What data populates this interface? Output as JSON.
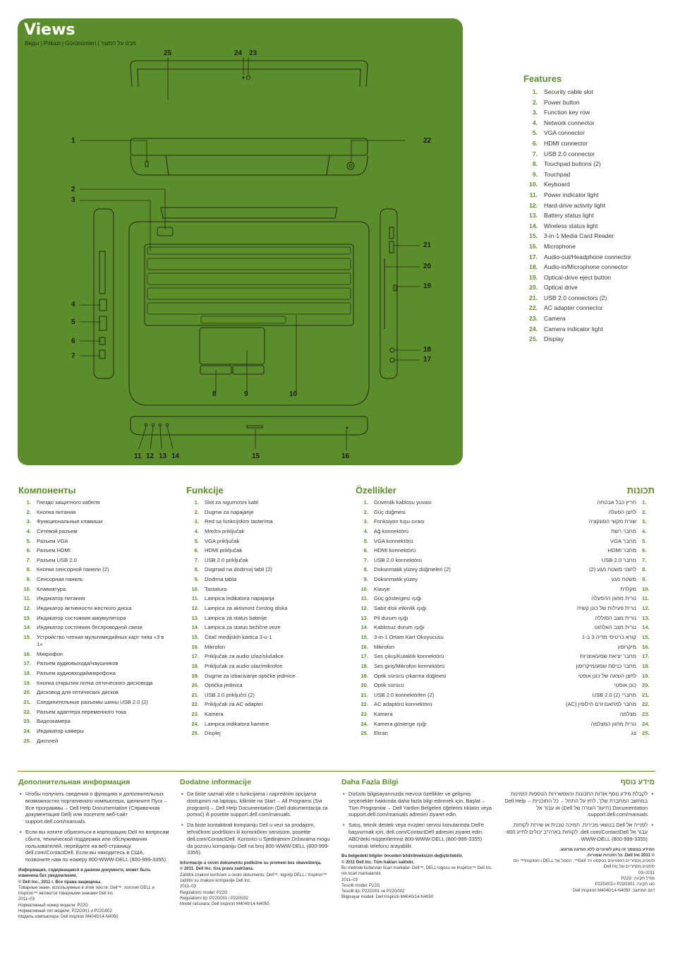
{
  "views": {
    "title": "Views",
    "subtitle": "Виды | Prikazi | Görünümleri | מבט על המוצר"
  },
  "callouts": {
    "c25": "25",
    "c24": "24",
    "c23": "23",
    "c1": "1",
    "c22": "22",
    "c2": "2",
    "c3": "3",
    "c21": "21",
    "c20": "20",
    "c19": "19",
    "c4": "4",
    "c5": "5",
    "c6": "6",
    "c7": "7",
    "c18": "18",
    "c17": "17",
    "c8": "8",
    "c9": "9",
    "c10": "10",
    "c11": "11",
    "c12": "12",
    "c13": "13",
    "c14": "14",
    "c15": "15",
    "c16": "16"
  },
  "features": {
    "heading": "Features",
    "items": [
      {
        "n": "1.",
        "t": "Security cable slot"
      },
      {
        "n": "2.",
        "t": "Power button"
      },
      {
        "n": "3.",
        "t": "Function key row"
      },
      {
        "n": "4.",
        "t": "Network connector"
      },
      {
        "n": "5.",
        "t": "VGA connector"
      },
      {
        "n": "6.",
        "t": "HDMI connector"
      },
      {
        "n": "7.",
        "t": "USB 2.0 connector"
      },
      {
        "n": "8.",
        "t": "Touchpad buttons (2)"
      },
      {
        "n": "9.",
        "t": "Touchpad"
      },
      {
        "n": "10.",
        "t": "Keyboard"
      },
      {
        "n": "11.",
        "t": "Power indicator light"
      },
      {
        "n": "12.",
        "t": "Hard-drive activity light"
      },
      {
        "n": "13.",
        "t": "Battery status light"
      },
      {
        "n": "14.",
        "t": "Wireless status light"
      },
      {
        "n": "15.",
        "t": "3-in-1 Media Card Reader"
      },
      {
        "n": "16.",
        "t": "Microphone"
      },
      {
        "n": "17.",
        "t": "Audio-out/Headphone connector"
      },
      {
        "n": "18.",
        "t": "Audio-in/Microphone connector"
      },
      {
        "n": "19.",
        "t": "Optical-drive eject button"
      },
      {
        "n": "20.",
        "t": "Optical drive"
      },
      {
        "n": "21.",
        "t": "USB 2.0 connectors (2)"
      },
      {
        "n": "22.",
        "t": "AC adapter connector"
      },
      {
        "n": "23.",
        "t": "Camera"
      },
      {
        "n": "24.",
        "t": "Camera indicator light"
      },
      {
        "n": "25.",
        "t": "Display"
      }
    ]
  },
  "ru": {
    "heading": "Компоненты",
    "items": [
      {
        "n": "1.",
        "t": "Гнездо защитного кабеля"
      },
      {
        "n": "2.",
        "t": "Кнопка питания"
      },
      {
        "n": "3.",
        "t": "Функциональные клавиши"
      },
      {
        "n": "4.",
        "t": "Сетевой разъем"
      },
      {
        "n": "5.",
        "t": "Разъем VGA"
      },
      {
        "n": "6.",
        "t": "Разъем HDMI"
      },
      {
        "n": "7.",
        "t": "Разъем USB 2.0"
      },
      {
        "n": "8.",
        "t": "Кнопки сенсорной панели (2)"
      },
      {
        "n": "9.",
        "t": "Сенсорная панель"
      },
      {
        "n": "10.",
        "t": "Клавиатура"
      },
      {
        "n": "11.",
        "t": "Индикатор питания"
      },
      {
        "n": "12.",
        "t": "Индикатор активности жесткого диска"
      },
      {
        "n": "13.",
        "t": "Индикатор состояния аккумулятора"
      },
      {
        "n": "14.",
        "t": "Индикатор состояния беспроводной связи"
      },
      {
        "n": "15.",
        "t": "Устройство чтения мультимедийных карт типа «3 в 1»"
      },
      {
        "n": "16.",
        "t": "Микрофон"
      },
      {
        "n": "17.",
        "t": "Разъем аудиовыхода/наушников"
      },
      {
        "n": "18.",
        "t": "Разъем аудиовхода/микрофона"
      },
      {
        "n": "19.",
        "t": "Кнопка открытия лотка оптического дисковода"
      },
      {
        "n": "20.",
        "t": "Дисковод для оптических дисков"
      },
      {
        "n": "21.",
        "t": "Соединительные разъемы шины USB 2.0 (2)"
      },
      {
        "n": "22.",
        "t": "Разъем адаптера переменного тока"
      },
      {
        "n": "23.",
        "t": "Видеокамера"
      },
      {
        "n": "24.",
        "t": "Индикатор камеры"
      },
      {
        "n": "25.",
        "t": "Дисплей"
      }
    ]
  },
  "hr": {
    "heading": "Funkcije",
    "items": [
      {
        "n": "1.",
        "t": "Slot za sigurnosni kabl"
      },
      {
        "n": "2.",
        "t": "Dugme za napajanje"
      },
      {
        "n": "3.",
        "t": "Red sa funkcijskim tasterima"
      },
      {
        "n": "4.",
        "t": "Mrežni priključak"
      },
      {
        "n": "5.",
        "t": "VGA priključak"
      },
      {
        "n": "6.",
        "t": "HDMI priključak"
      },
      {
        "n": "7.",
        "t": "USB 2.0 priključak"
      },
      {
        "n": "8.",
        "t": "Dugmad na dodirnoj tabli (2)"
      },
      {
        "n": "9.",
        "t": "Dodirna tabla"
      },
      {
        "n": "10.",
        "t": "Tastatura"
      },
      {
        "n": "11.",
        "t": "Lampica indikatora napajanja"
      },
      {
        "n": "12.",
        "t": "Lampica za aktivnost čvrstog diska"
      },
      {
        "n": "13.",
        "t": "Lampica za status baterije"
      },
      {
        "n": "14.",
        "t": "Lampica za status bežične veze"
      },
      {
        "n": "15.",
        "t": "Čitač medijskih kartica 3-u-1"
      },
      {
        "n": "16.",
        "t": "Mikrofon"
      },
      {
        "n": "17.",
        "t": "Priključak za audio izlaz/slušalice"
      },
      {
        "n": "18.",
        "t": "Priključak za audio ulaz/mikrofon"
      },
      {
        "n": "19.",
        "t": "Dugme za izbacivanje optičke jedinice"
      },
      {
        "n": "20.",
        "t": "Optička jedinica"
      },
      {
        "n": "21.",
        "t": "USB 2.0 priključci (2)"
      },
      {
        "n": "22.",
        "t": "Priključak za AC adapter"
      },
      {
        "n": "23.",
        "t": "Kamera"
      },
      {
        "n": "24.",
        "t": "Lampica indikatora kamere"
      },
      {
        "n": "25.",
        "t": "Displej"
      }
    ]
  },
  "tr": {
    "heading": "Özellikler",
    "items": [
      {
        "n": "1.",
        "t": "Güvenlik kablosu yuvası"
      },
      {
        "n": "2.",
        "t": "Güç düğmesi"
      },
      {
        "n": "3.",
        "t": "Fonksiyon tuşu sırası"
      },
      {
        "n": "4.",
        "t": "Ağ konnektörü"
      },
      {
        "n": "5.",
        "t": "VGA konnektörü"
      },
      {
        "n": "6.",
        "t": "HDMI konnektörü"
      },
      {
        "n": "7.",
        "t": "USB 2.0 konnektörü"
      },
      {
        "n": "8.",
        "t": "Dokunmatik yüzey düğmeleri (2)"
      },
      {
        "n": "9.",
        "t": "Dokunmatik yüzey"
      },
      {
        "n": "10.",
        "t": "Klavye"
      },
      {
        "n": "11.",
        "t": "Güç göstergesi ışığı"
      },
      {
        "n": "12.",
        "t": "Sabit disk etkinlik ışığı"
      },
      {
        "n": "13.",
        "t": "Pil durum ışığı"
      },
      {
        "n": "14.",
        "t": "Kablosuz durum ışığı"
      },
      {
        "n": "15.",
        "t": "3-in-1 Ortam Kart Okuyucusu"
      },
      {
        "n": "16.",
        "t": "Mikrofon"
      },
      {
        "n": "17.",
        "t": "Ses çıkış/Kulaklık konnektörü"
      },
      {
        "n": "18.",
        "t": "Ses giriş/Mikrofon konnektörü"
      },
      {
        "n": "19.",
        "t": "Optik sürücü çıkarma düğmesi"
      },
      {
        "n": "20.",
        "t": "Optik sürücü"
      },
      {
        "n": "21.",
        "t": "USB 2.0 konnektörleri (2)"
      },
      {
        "n": "22.",
        "t": "AC adaptörü konnektörü"
      },
      {
        "n": "23.",
        "t": "Kamera"
      },
      {
        "n": "24.",
        "t": "Kamera gösterge ışığı"
      },
      {
        "n": "25.",
        "t": "Ekran"
      }
    ]
  },
  "he": {
    "heading": "תכונות",
    "items": [
      {
        "n": ".1",
        "t": "חריץ כבל אבטחה"
      },
      {
        "n": ".2",
        "t": "לחצן הפעלה"
      },
      {
        "n": ".3",
        "t": "שורת מקשי הפונקציה"
      },
      {
        "n": ".4",
        "t": "מחבר רשת"
      },
      {
        "n": ".5",
        "t": "מחבר VGA"
      },
      {
        "n": ".6",
        "t": "מחבר HDMI"
      },
      {
        "n": ".7",
        "t": "מחבר USB 2.0"
      },
      {
        "n": ".8",
        "t": "לחצני משטח מגע (2)"
      },
      {
        "n": ".9",
        "t": "משטח מגע"
      },
      {
        "n": ".10",
        "t": "מקלדת"
      },
      {
        "n": ".11",
        "t": "נורית מחוון ההפעלה"
      },
      {
        "n": ".12",
        "t": "נורית פעילות של כונן קשיח"
      },
      {
        "n": ".13",
        "t": "נורית מצב הסוללה"
      },
      {
        "n": ".14",
        "t": "נורית מצב האלחוט"
      },
      {
        "n": ".15",
        "t": "קורא כרטיסי מדיה 3 ב-1"
      },
      {
        "n": ".16",
        "t": "מיקרופון"
      },
      {
        "n": ".17",
        "t": "מחבר יציאת שמע/אוזניות"
      },
      {
        "n": ".18",
        "t": "מחבר כניסת שמע/מיקרופון"
      },
      {
        "n": ".19",
        "t": "לחצן הוצאה של כונן אופטי"
      },
      {
        "n": ".20",
        "t": "כונן אופטי"
      },
      {
        "n": ".21",
        "t": "מחברי USB 2.0 (2)"
      },
      {
        "n": ".22",
        "t": "מחבר למתאם זרם חילופין (AC)"
      },
      {
        "n": ".23",
        "t": "מצלמה"
      },
      {
        "n": ".24",
        "t": "נורית מחוון המצלמה"
      },
      {
        "n": ".25",
        "t": "צג"
      }
    ]
  },
  "info_ru": {
    "heading": "Дополнительная информация",
    "b1": "Чтобы получить сведения о функциях и дополнительных возможностях портативного компьютера, щелкните Пуск→ Все программы→ Dell Help Documentation (Справочная документация Dell) или посетите веб-сайт support.dell.com/manuals.",
    "b2": "Если вы хотите обратиться в корпорацию Dell по вопросам сбыта, технической поддержки или обслуживания пользователей, перейдите на веб-страницу dell.com/ContactDell. Если вы находитесь в США, позвоните нам по номеру 800-WWW-DELL (800-999-3355).",
    "l1": "Информация, содержащаяся в данном документе, может быть изменена без уведомления.",
    "l2": "© Dell Inc., 2011 г. Все права защищены.",
    "l3": "Товарные знаки, используемые в этом тексте: Dell™, логотип DELL и Inspiron™ являются товарными знаками Dell Inc.",
    "l4": "2011–03",
    "l5": "Нормативный номер модели: P22G",
    "l6": "Нормативный тип модели: P22G001 и P22G002",
    "l7": "Модель компьютера: Dell Inspiron M4040/14-N4050"
  },
  "info_hr": {
    "heading": "Dodatne informacije",
    "b1": "Da biste saznali više o funkcijama i naprednim opcijama dostupnim na laptopu, kliknite na Start→ All Programs (Svi programi)→ Dell Help Documentation (Dell dokumentacija za pomoć) ili posetite support.dell.com/manuals.",
    "b2": "Da biste kontaktirali kompaniju Dell u vezi sa prodajom, tehničkom podrškom ili korisničkim servisom, posetite dell.com/ContactDell. Korisnici u Sjedinjenim Državama mogu da pozovu kompaniju Dell na broj 800-WWW-DELL (800-999-3355).",
    "l1": "Informacije u ovom dokumentu podložne su promeni bez obaveštenja.",
    "l2": "© 2011. Dell Inc. Sva prava zadržana.",
    "l3": "Zaštitni znakovi korišćeni u ovom dokumentu: Dell™, logotip DELL i Inspiron™ zaštitni su znakovi kompanije Dell Inc.",
    "l4": "2011–03",
    "l5": "Regulatorni model: P22G",
    "l6": "Regulatorni tip: P22G001 i P22G002",
    "l7": "Model računara: Dell Inspiron M4040/14-N4050"
  },
  "info_tr": {
    "heading": "Daha Fazla Bilgi",
    "b1": "Dizüstü bilgisayarınızda mevcut özellikler ve gelişmiş seçenekler hakkında daha fazla bilgi edinmek için, Başlat→ Tüm Programlar→ Dell Yardım Belgeleri öğelerini tıklatın veya support.dell.com/manuals adresini ziyaret edin.",
    "b2": "Satış, teknik destek veya müşteri servisi konularında Dell'e başvurmak için, dell.com/ContactDell adresini ziyaret edin. ABD'deki müşterilerimiz 800-WWW-DELL (800-999-3355) numaralı telefonu arayabilir.",
    "l1": "Bu belgedeki bilgiler önceden bildirilmeksizin değiştirilebilir.",
    "l2": "© 2011 Dell Inc. Tüm hakları saklıdır.",
    "l3": "Bu metinde kullanılan ticari markalar: Dell™, DELL logosu ve Inspiron™ Dell Inc. nin ticari markalarıdır.",
    "l4": "2011–03",
    "l5": "Tescilli model: P22G",
    "l6": "Tescilli tip: P22G001 ve P22G002",
    "l7": "Bilgisayar modeli: Dell Inspiron M4040/14-N4050"
  },
  "info_he": {
    "heading": "מידע נוסף",
    "b1": "לקבלת מידע נוסף אודות התכונות והאפשרויות הנוספות הזמינות במחשב המחברת שלך, לחץ על התחל← כל התוכניות← Dell Help Documentation (תיעוד העזרה של Dell) או עבור אל support.dell.com/manuals.",
    "b2": "לפנייה אל Dell בנושאי מכירות, תמיכה טכנית או שירות לקוחות, עבור אל dell.com/ContactDell. לקוחות בארה\"ב יכולים לחייג 800-WWW-DELL (800-999-3355).",
    "l1": "המידע במסמך זה נתון לשינויים ללא הודעה מראש.",
    "l2": "© 2011 Dell Inc. כל הזכויות שמורות.",
    "l3": "סימנים מסחריים המופיעים בטקסט זה: Dell™, הסמל של DELL ו-Inspiron™ הם סימנים מסחריים של Dell Inc.",
    "l4": "2011–03",
    "l5": "מודל תקינה: P22G",
    "l6": "סוג תקינה: P22G001 ו-P22G002",
    "l7": "דגם המחשב: Dell Inspiron M4040/14-N4050"
  },
  "colors": {
    "green": "#5c8d2b",
    "line": "#1f2a14"
  }
}
